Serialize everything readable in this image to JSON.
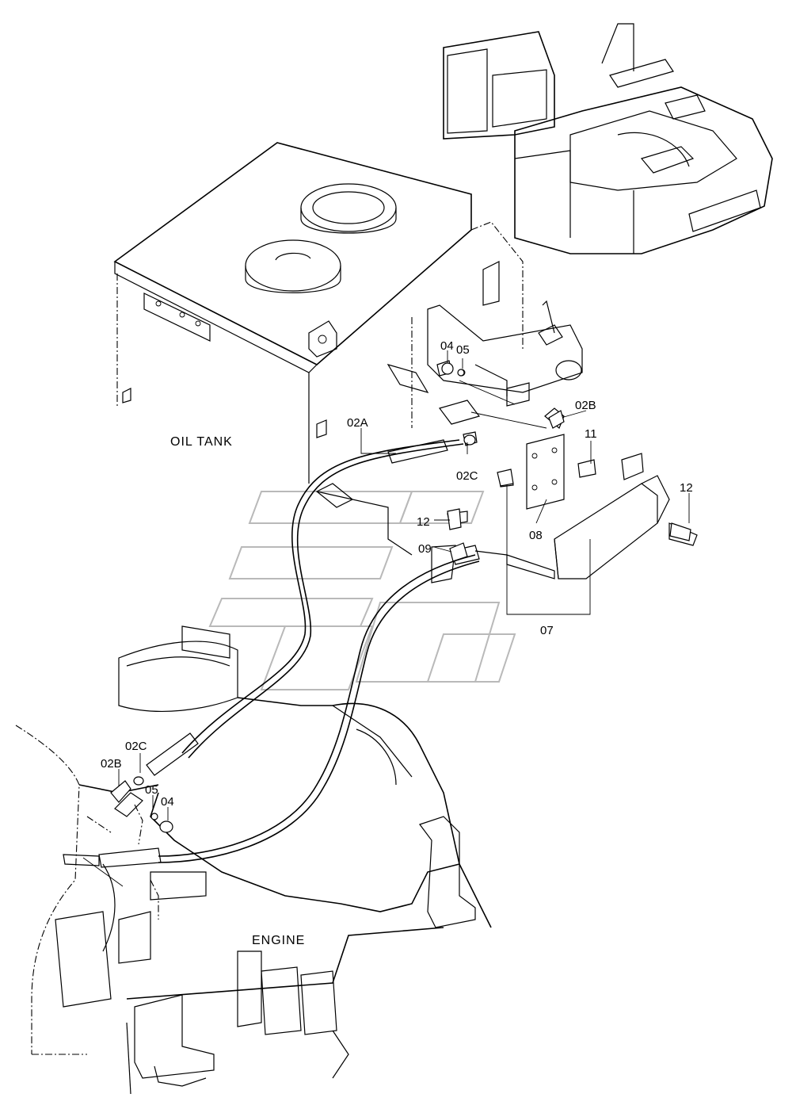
{
  "labels": {
    "oil_tank": "OIL TANK",
    "engine": "ENGINE",
    "cable_02a": "02A",
    "elbow_02b_top": "02B",
    "elbow_02b_bottom": "02B",
    "nut_02c_top": "02C",
    "nut_02c_bottom": "02C",
    "nut_04_top": "04",
    "nut_04_bottom": "04",
    "ring_05_top": "05",
    "ring_05_bottom": "05",
    "motor_07": "07",
    "bracket_08": "08",
    "clamp_09": "09",
    "bracket_11": "11",
    "bolt_12_left": "12",
    "bolt_12_right": "12"
  }
}
